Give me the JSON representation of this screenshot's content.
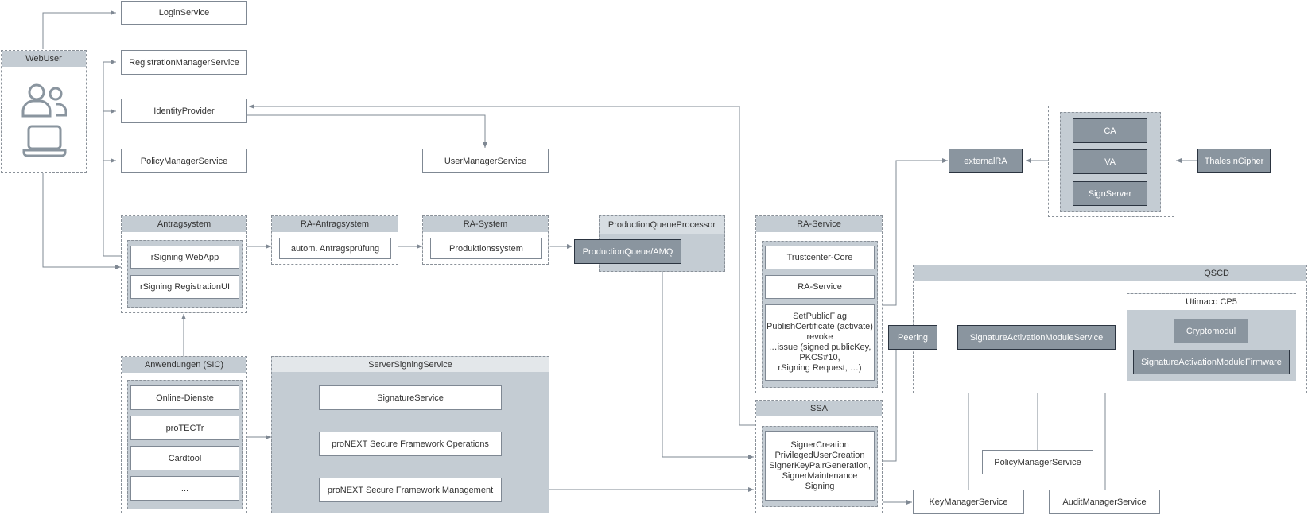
{
  "webuser": {
    "title": "WebUser",
    "icons": [
      "users-icon",
      "laptop-icon"
    ]
  },
  "services": {
    "login": "LoginService",
    "registration_manager": "RegistrationManagerService",
    "identity_provider": "IdentityProvider",
    "policy_manager": "PolicyManagerService",
    "user_manager": "UserManagerService"
  },
  "antragsystem": {
    "title": "Antragsystem",
    "items": [
      "rSigning WebApp",
      "rSigning RegistrationUI"
    ]
  },
  "ra_antragsystem": {
    "title": "RA-Antragsystem",
    "item": "autom. Antragsprüfung"
  },
  "ra_system": {
    "title": "RA-System",
    "item": "Produktionssystem"
  },
  "pqp": {
    "title": "ProductionQueueProcessor",
    "queue": "ProductionQueue/AMQ"
  },
  "anwendungen": {
    "title": "Anwendungen (SIC)",
    "items": [
      "Online-Dienste",
      "proTECTr",
      "Cardtool",
      "..."
    ]
  },
  "server_signing": {
    "title": "ServerSigningService",
    "items": [
      "SignatureService",
      "proNEXT Secure Framework Operations",
      "proNEXT Secure Framework Management"
    ]
  },
  "ra_service": {
    "title": "RA-Service",
    "items": [
      "Trustcenter-Core",
      "RA-Service"
    ],
    "ops": [
      "SetPublicFlag",
      "PublishCertificate (activate)",
      "revoke",
      "…issue (signed publicKey,",
      "PKCS#10,",
      "rSigning Request, …)"
    ]
  },
  "ssa": {
    "title": "SSA",
    "ops": [
      "SignerCreation",
      "PrivilegedUserCreation",
      "SignerKeyPairGeneration,",
      "SignerMaintenance",
      "Signing"
    ]
  },
  "external_ra": "externalRA",
  "ca_group": {
    "items": [
      "CA",
      "VA",
      "SignServer"
    ]
  },
  "thales": "Thales nCipher",
  "qscd": {
    "title": "QSCD",
    "peering": "Peering",
    "sam_service": "SignatureActivationModuleService",
    "utimaco": {
      "title": "Utimaco CP5",
      "crypto": "Cryptomodul",
      "firmware": "SignatureActivationModuleFirmware"
    }
  },
  "bottom": {
    "policy_manager": "PolicyManagerService",
    "key_manager": "KeyManagerService",
    "audit_manager": "AuditManagerService"
  },
  "colors": {
    "header": "#c4ccd3",
    "dark_box": "#8a959f",
    "line": "#7f8893"
  }
}
